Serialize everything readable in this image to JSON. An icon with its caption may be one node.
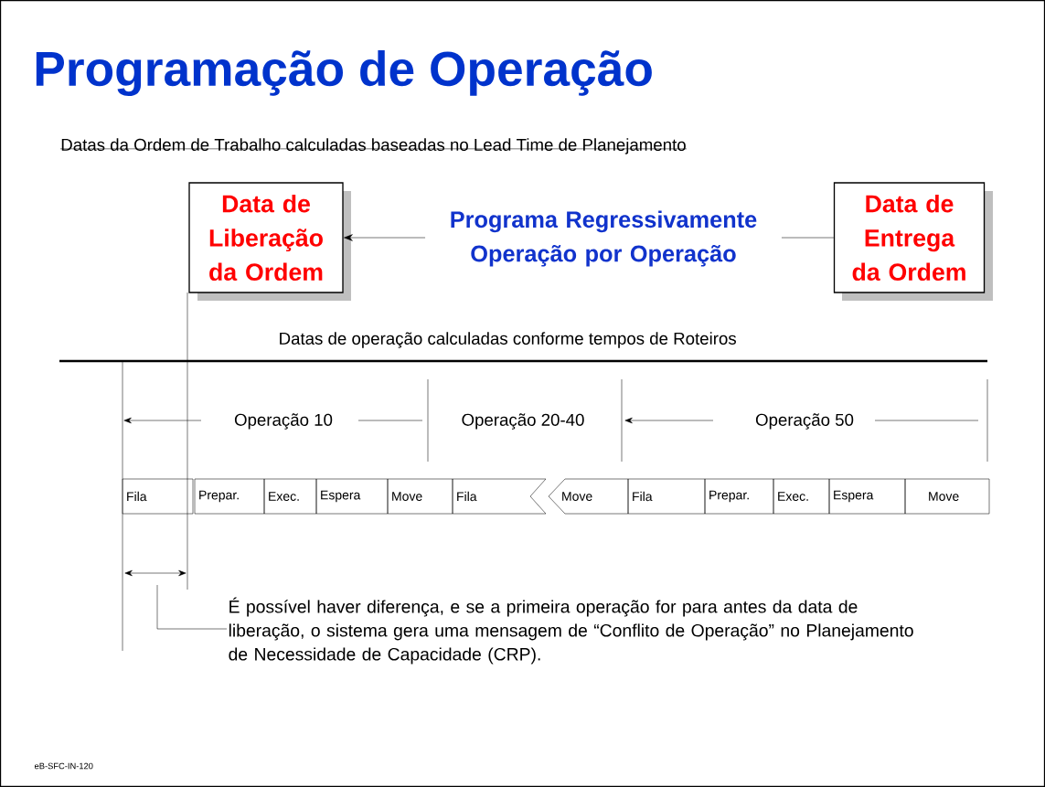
{
  "diagram": {
    "title": "Programação de Operação",
    "nodes": [
      {
        "text": [
          "Data de Liberação da Ordem"
        ]
      },
      {
        "text": [
          "Data de Entrega da Ordem"
        ]
      },
      {
        "text": [
          "Programa Regressivamente Operação por Operação"
        ]
      },
      {
        "text": [
          "Fila"
        ]
      },
      {
        "text": [
          "Prepar."
        ]
      },
      {
        "text": [
          "Exec."
        ]
      },
      {
        "text": [
          "Espera"
        ]
      },
      {
        "text": [
          "Move"
        ]
      },
      {
        "text": [
          "Fila"
        ]
      },
      {
        "text": [
          "Move"
        ]
      },
      {
        "text": [
          "Fila"
        ]
      },
      {
        "text": [
          "Prepar."
        ]
      },
      {
        "text": [
          "Exec."
        ]
      },
      {
        "text": [
          "Espera"
        ]
      },
      {
        "text": [
          "Move"
        ]
      },
      {
        "text": [
          "É possível haver diferença, e se a primeira operação for para antes da data de liberação, o sistema gera uma mensagem de “Conflito de Operação” no Planejamento de Necessidade de Capacidade (CRP)."
        ]
      }
    ],
    "edges": [
      {
        "from": 1,
        "to": 2,
        "arrow": "none"
      },
      {
        "from": 2,
        "to": 0,
        "arrow": "to"
      },
      {
        "from": 15,
        "to": null,
        "arrow": "none"
      }
    ],
    "labels": [
      "Datas da Ordem de Trabalho calculadas baseadas no Lead Time de Planejamento",
      "Datas de operação calculadas conforme tempos de Roteiros",
      "Operação 10",
      "Operação 20-40",
      "Operação 50",
      "eB-SFC-IN-120"
    ]
  }
}
